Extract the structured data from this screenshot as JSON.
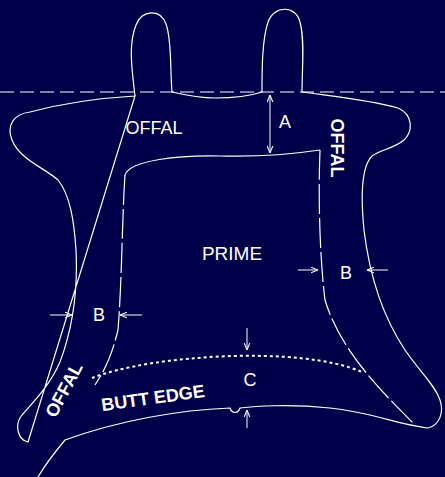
{
  "diagram": {
    "labels": [
      "OFFAL",
      "A",
      "OFFAL",
      "PRIME",
      "B",
      "B",
      "OFFAL",
      "BUTT EDGE",
      "C"
    ]
  }
}
